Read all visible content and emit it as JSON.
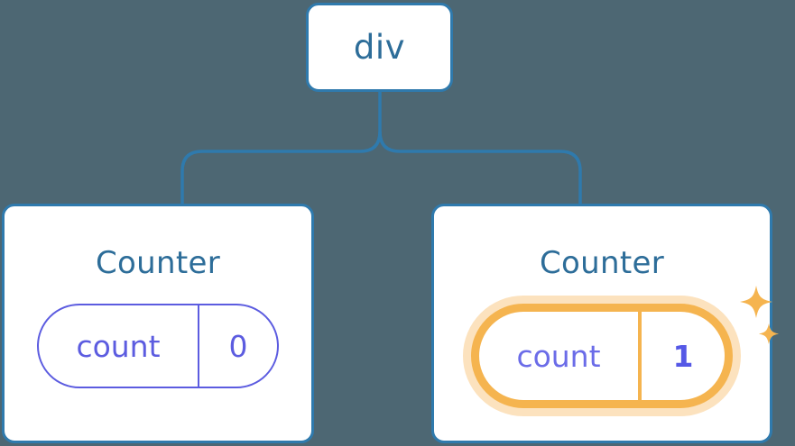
{
  "diagram": {
    "type": "component-tree",
    "background_color": "#4d6773",
    "edge_color": "#2f7aad",
    "node_border_color": "#2f7aad",
    "node_fill_color": "#ffffff",
    "title_color": "#2d6d99",
    "state_color": "#5c5ce0",
    "highlight_color": "#f5b44f",
    "highlight_glow_color": "#fbd9a6",
    "root": {
      "label": "div"
    },
    "children": [
      {
        "title": "Counter",
        "state": {
          "key": "count",
          "value": "0"
        },
        "highlighted": false,
        "sparkles": false
      },
      {
        "title": "Counter",
        "state": {
          "key": "count",
          "value": "1"
        },
        "highlighted": true,
        "sparkles": true
      }
    ]
  }
}
